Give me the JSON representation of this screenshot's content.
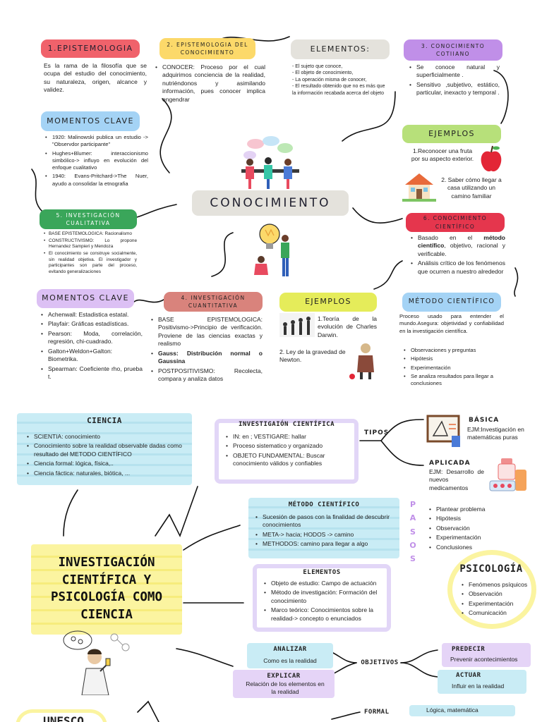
{
  "top": {
    "epistemologia": {
      "title": "1.EPISTEMOLOGIA",
      "text": "Es la rama de la filosofía que se ocupa del estudio del conocimiento, su naturaleza, origen, alcance y validez."
    },
    "epistemologia_conocimiento": {
      "title": "2. EPISTEMOLOGIA DEL CONOCIMIENTO",
      "item": "CONOCER: Proceso por el cual adquirimos conciencia de la realidad, nutriéndonos y asimilando información, pues conocer implica engendrar"
    },
    "elementos": {
      "title": "ELEMENTOS:",
      "items": [
        "- El sujeto que conoce,",
        "- El objeto de conocimiento,",
        "- La operación misma de conocer,",
        "- El resultado obtenido que no es más que la información recabada acerca del objeto"
      ]
    },
    "conocimiento_cotidiano": {
      "title": "3. CONOCIMIENTO COTIIANO",
      "items": [
        "Se conoce natural y superficialmente .",
        "Sensitivo ,subjetivo, estático, particular, inexacto y temporal ."
      ]
    },
    "momentos_clave_1": {
      "title": "MOMENTOS CLAVE",
      "items": [
        "1920: Malinowski publica un estudio -> \"Observdor participante\"",
        "Hughes+Blumer: interaccionismo simbólico-> influyo en evolución del enfoque cualitativo",
        "1940: Evans-Pritchard->The Nuer, ayudo a consolidar la etnografia"
      ]
    },
    "ejemplos_1": {
      "title": "EJEMPLOS",
      "item1": "1.Reconocer una fruta por su aspecto exterior.",
      "item2": "2. Saber cómo llegar a casa utilizando un camino familiar"
    },
    "center": {
      "title": "CONOCIMIENTO"
    },
    "investigacion_cualitativa": {
      "title": "5. INVESTIGACIÓN CUALITATIVA",
      "items": [
        "BASE EPISTEMOLOGICA: Racionalismo",
        "CONSTRUCTIVISMO: Lo propone Hernandez Sampieri y Mendoza",
        "El conocimiento se construye socialmente, sin realidad objetiva. El investigador y participantes son parte del proceso, evitando generalizaciones"
      ]
    },
    "conocimiento_cientifico": {
      "title": "6. CONOCIMIENTO CIENTÍFICO",
      "item1_pre": "Basado en el ",
      "item1_bold": "método científico",
      "item1_post": ", objetivo, racional y verificable.",
      "item2": "Análisis crítico de los fenómenos que ocurren a nuestro alrededor"
    },
    "momentos_clave_2": {
      "title": "MOMENTOS CLAVE",
      "items": [
        "Achenwall: Estadistica estatal.",
        "Playfair: Gráficas estadísticas.",
        "Pearson: Moda, correlación, regresión, chi-cuadrado.",
        "Galton+Weldon+Galton: Biometrika.",
        "Spearman: Coeficiente rho, prueba t."
      ]
    },
    "investigacion_cuantitativa": {
      "title": "4. INVESTIGACIÓN CUANTITATIVA",
      "item1": "BASE EPISTEMOLOGICA: Positivismo->Principio de verificación. Proviene de las ciencias exactas y realismo",
      "item2_bold": "Gauss: Distribución normal o Gaussina",
      "item3": "POSTPOSITIVISMO: Recolecta, compara y analiza datos"
    },
    "ejemplos_2": {
      "title": "EJEMPLOS",
      "item1": "1.Teoría de la evolución de Charles Darwin.",
      "item2": "2. Ley de la gravedad de Newton."
    },
    "metodo_cientifico": {
      "title": "MÉTODO CIENTÍFICO",
      "text": "Proceso usado para entender el mundo.Asegura: objetividad y confiabilidad en la investigación científica.",
      "items": [
        "Observaciones y preguntas",
        "Hipótesis",
        "Experimentación",
        "Se analiza resultados para llegar a conclusiones"
      ]
    }
  },
  "bottom": {
    "ciencia": {
      "title": "CIENCIA",
      "items": [
        "SCIENTIA: conocimiento",
        "Conocimiento sobre la realidad observable dadas como resultado del METODO CIENTÍFICO",
        "Ciencia formal: lógica, física,..",
        "Ciencia fáctica: naturales, biótica, ..."
      ]
    },
    "investigacion_cientifica": {
      "title": "INVESTIGAIÓN CIENTÍFICA",
      "items": [
        "IN: en ; VESTIGARE: hallar",
        "Proceso sistematico y organizado",
        "OBJETO FUNDAMENTAL: Buscar conocimiento válidos y confiables"
      ]
    },
    "tipos": {
      "label": "TIPOS",
      "basica_title": "BÁSICA",
      "basica_text": "EJM:Investigación en matemáticas puras",
      "aplicada_title": "APLICADA",
      "aplicada_text": "EJM: Desarrollo de nuevos medicamentos"
    },
    "main_title": "INVESTIGACIÓN CIENTÍFICA Y PSICOLOGÍA COMO CIENCIA",
    "metodo_cientifico": {
      "title": "MÉTODO CIENTÍFICO",
      "items": [
        "Sucesión de pasos con la finalidad de descubrir conocimientos",
        "META-> hacia; HODOS -> camino",
        "METHODOS: camino para llegar a algo"
      ]
    },
    "pasos": {
      "label": "PASOS",
      "items": [
        "Plantear problema",
        "Hipótesis",
        "Observación",
        "Experimentación",
        "Conclusiones"
      ]
    },
    "elementos": {
      "title": "ELEMENTOS",
      "items": [
        "Objeto de estudio: Campo de actuación",
        "Método de investigación: Formación del conocimiento",
        "Marco teórico: Conocimientos sobre la realidad-> concepto o enunciados"
      ]
    },
    "psicologia": {
      "title": "PSICOLOGÍA",
      "items": [
        "Fenómenos psíquicos",
        "Observación",
        "Experimentación",
        "Comunicación"
      ]
    },
    "objetivos": {
      "label": "OBJETIVOS",
      "analizar_title": "ANALIZAR",
      "analizar_text": "Como es la realidad",
      "explicar_title": "EXPLICAR",
      "explicar_text": "Relación de los elementos en la realidad",
      "predecir_title": "PREDECIR",
      "predecir_text": "Prevenir acontecimientos",
      "actuar_title": "ACTUAR",
      "actuar_text": "Influir en la realidad"
    },
    "formal": {
      "label": "FORMAL",
      "text": "Lógica, matemática"
    },
    "cut_title": "UNESCO"
  },
  "colors": {
    "red": "#f0626b",
    "yellow": "#fcd96a",
    "grey": "#e4e2dc",
    "purple": "#c08fe8",
    "green": "#b7e07a",
    "blue": "#a4d3f5",
    "crimson": "#e5364d",
    "salmon": "#d9837c",
    "lime": "#e5ec5a",
    "lavender": "#dcc0f4",
    "cyan": "#b9e6ee",
    "dark": "#1f1f2e"
  }
}
